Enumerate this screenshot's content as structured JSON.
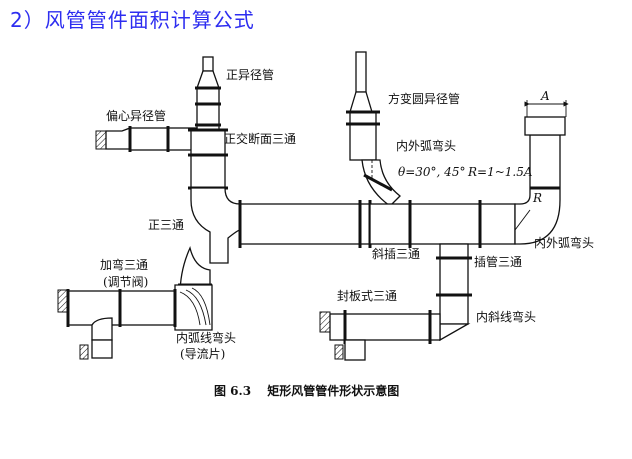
{
  "slide": {
    "title": "2）风管管件面积计算公式"
  },
  "diagram": {
    "labels": {
      "zheng_yi_jing": "正异径管",
      "pian_xin": "偏心异径管",
      "zheng_jiao": "正交断面三通",
      "zheng_san_tong": "正三通",
      "jia_wan_1": "加弯三通",
      "jia_wan_2": "(调节阀)",
      "nei_hu_line_1": "内弧线弯头",
      "nei_hu_line_2": "(导流片)",
      "fang_bian_yuan": "方变圆异径管",
      "nei_wai_hu_top": "内外弧弯头",
      "theta": "θ=30°, 45°",
      "radius": "R=1~1.5A",
      "dim_a": "A",
      "dim_r": "R",
      "nei_wai_hu_right": "内外弧弯头",
      "xie_cha": "斜插三通",
      "cha_guan": "插管三通",
      "feng_ban": "封板式三通",
      "nei_xie": "内斜线弯头",
      "caption": "图 6.3　 矩形风管管件形状示意图"
    }
  }
}
